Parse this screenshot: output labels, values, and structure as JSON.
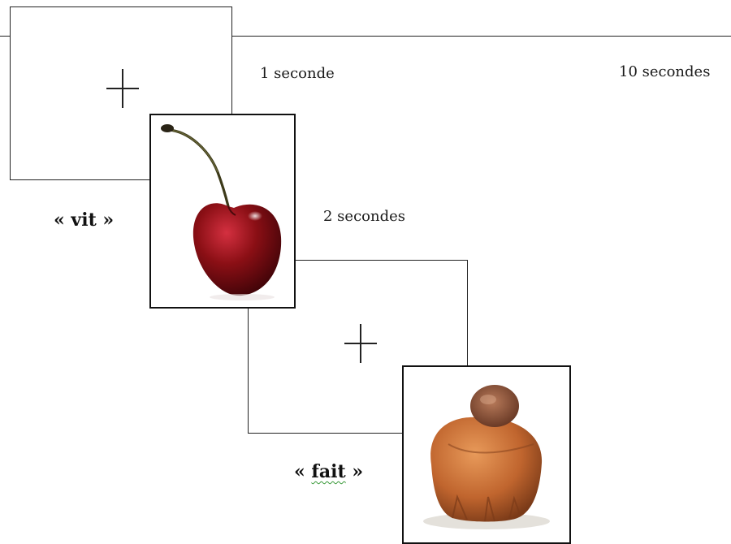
{
  "timing": {
    "fixation_duration": "1 seconde",
    "image_duration": "2 secondes",
    "total_duration": "10 secondes"
  },
  "trials": [
    {
      "word_open": "« ",
      "word": "vit",
      "word_close": " »",
      "image": "cherry-image"
    },
    {
      "word_open": "« ",
      "word": "fait",
      "word_close": " »",
      "image": "brioche-image"
    }
  ],
  "colors": {
    "frame": "#222222",
    "cherry": "#8b0f15",
    "brioche": "#c9703a",
    "spellcheck_underline": "#3a9a3a"
  }
}
